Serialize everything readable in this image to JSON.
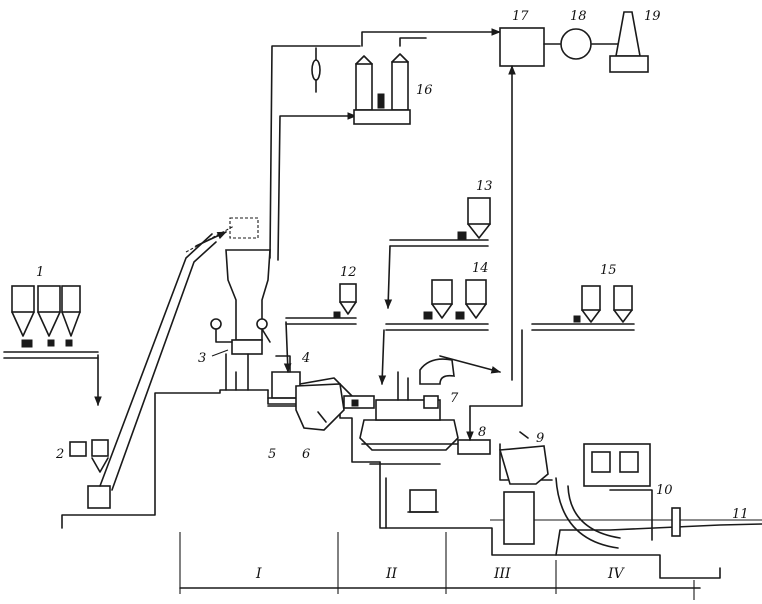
{
  "labels": [
    "1",
    "2",
    "3",
    "4",
    "5",
    "6",
    "7",
    "8",
    "9",
    "10",
    "11",
    "12",
    "13",
    "14",
    "15",
    "16",
    "17",
    "18",
    "19"
  ],
  "zones": [
    "I",
    "II",
    "III",
    "IV"
  ],
  "colors": {
    "ink": "#1a1a1a",
    "background": "#ffffff"
  }
}
